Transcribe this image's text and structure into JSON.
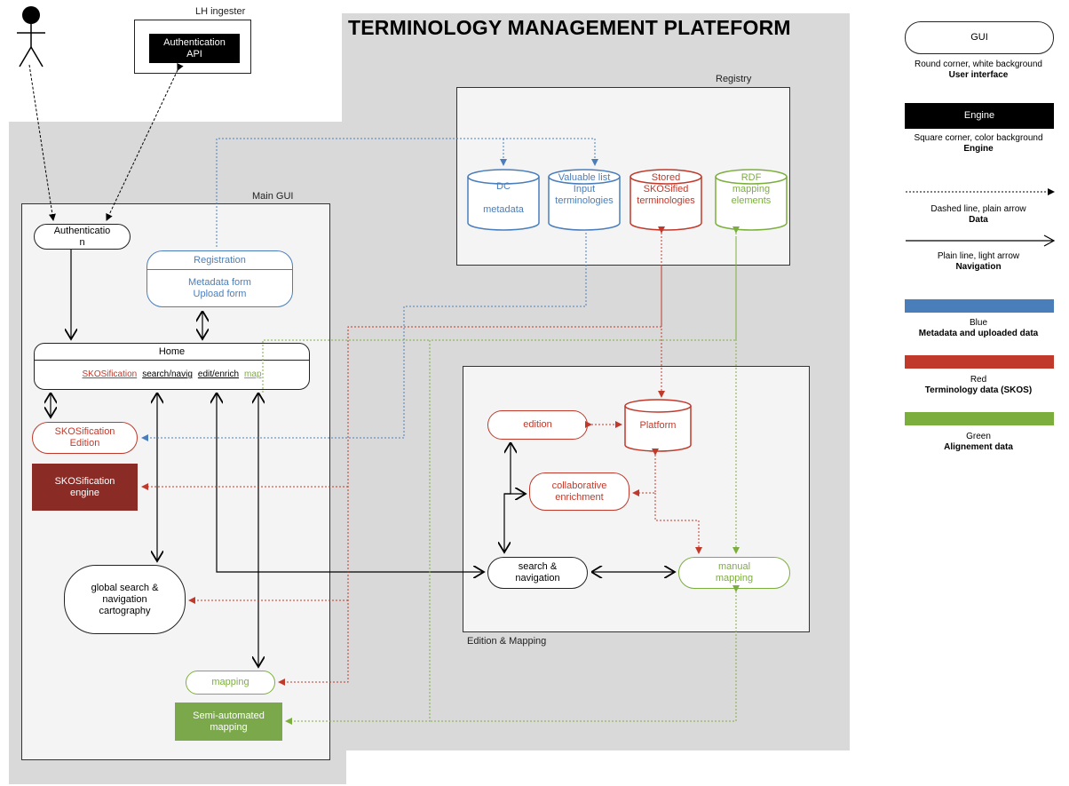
{
  "title": "TERMINOLOGY MANAGEMENT PLATEFORM",
  "colors": {
    "blue": "#4a7ebb",
    "red": "#c0392b",
    "green": "#7cae3e",
    "engine_black": "#000000",
    "engine_red": "#8b2b26",
    "engine_green": "#7aa84b",
    "platform_bg": "#d9d9d9"
  },
  "external": {
    "label": "LH ingester",
    "engine": {
      "line1": "Authentication",
      "line2": "API"
    }
  },
  "actor": {
    "icon": "person-icon"
  },
  "groups": {
    "registry": "Registry",
    "main_gui": "Main GUI",
    "edition_mapping": "Edition & Mapping"
  },
  "registry": {
    "dc": {
      "line1": "DC",
      "line2": "metadata"
    },
    "input": {
      "line1": "Valuable list",
      "line2": "Input",
      "line3": "terminologies"
    },
    "skos": {
      "line1": "Stored",
      "line2": "SKOSified",
      "line3": "terminologies"
    },
    "mapping": {
      "line1": "RDF",
      "line2": "mapping",
      "line3": "elements"
    }
  },
  "main": {
    "authentication": {
      "line1": "Authenticatio",
      "line2": "n"
    },
    "registration": {
      "header": "Registration",
      "line1": "Metadata form",
      "line2": "Upload form"
    },
    "home": {
      "header": "Home",
      "links": [
        "SKOSification",
        "search/navig",
        "edit/enrich",
        "map"
      ]
    },
    "skosification": {
      "line1": "SKOSification",
      "line2": "Edition"
    },
    "skos_engine": {
      "line1": "SKOSification",
      "line2": "engine"
    },
    "global_search": {
      "line1": "global search &",
      "line2": "navigation",
      "line3": "cartography"
    },
    "mapping": "mapping",
    "semi_auto": {
      "line1": "Semi-automated",
      "line2": "mapping"
    }
  },
  "edition": {
    "edition": "edition",
    "platform": "Platform",
    "collaborative": {
      "line1": "collaborative",
      "line2": "enrichment"
    },
    "search_nav": {
      "line1": "search &",
      "line2": "navigation"
    },
    "manual_mapping": {
      "line1": "manual",
      "line2": "mapping"
    }
  },
  "legend": {
    "gui": {
      "box": "GUI",
      "desc": "Round corner, white background",
      "bold": "User interface"
    },
    "engine": {
      "box": "Engine",
      "desc": "Square corner, color background",
      "bold": "Engine"
    },
    "data": {
      "desc": "Dashed line, plain arrow",
      "bold": "Data"
    },
    "navigation": {
      "desc": "Plain line, light arrow",
      "bold": "Navigation"
    },
    "blue": {
      "name": "Blue",
      "bold": "Metadata and uploaded data"
    },
    "red": {
      "name": "Red",
      "bold": "Terminology data (SKOS)"
    },
    "green": {
      "name": "Green",
      "bold": "Alignement data"
    }
  }
}
